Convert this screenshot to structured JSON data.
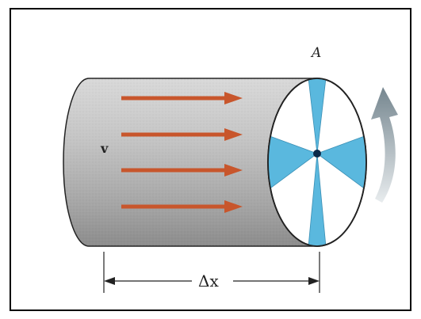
{
  "labels": {
    "area": "A",
    "velocity": "v",
    "length": "Δx"
  },
  "colors": {
    "arrow": "#c8562c",
    "blade_blue": "#5ab8de",
    "blade_dot": "#0c2a4a",
    "cylinder": "#b3b3b3",
    "rotation_arrow": "#7a8a94"
  },
  "icons": {
    "flow_arrows": "right-arrow",
    "rotation": "curved-up-arrow"
  }
}
